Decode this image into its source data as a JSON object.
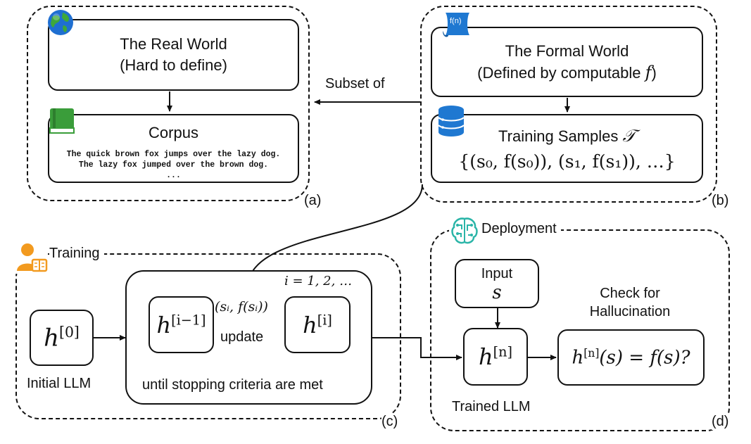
{
  "panel_a": {
    "real_world_title": "The Real World",
    "real_world_subtitle": "(Hard to define)",
    "corpus_title": "Corpus",
    "corpus_lines": [
      "The quick brown fox jumps over the lazy dog.",
      "The lazy fox jumped over the brown dog.",
      "..."
    ],
    "label": "(a)",
    "globe_icon": "globe-icon",
    "book_icon": "book-icon"
  },
  "subset_of": "Subset of",
  "panel_b": {
    "formal_world_title": "The Formal World",
    "formal_world_subtitle_prefix": "(Defined by computable ",
    "formal_world_subtitle_fn": "f",
    "formal_world_subtitle_suffix": ")",
    "scroll_icon_text": "f(n)",
    "training_samples_title": "Training Samples",
    "training_samples_symbol": "𝒯",
    "training_samples_set": "{(s₀, f(s₀)), (s₁, f(s₁)), …}",
    "label": "(b)",
    "database_icon": "database-icon"
  },
  "panel_c": {
    "title": "Training",
    "loop_index": "i = 1, 2, …",
    "initial_h": "h",
    "initial_sup": "[0]",
    "initial_caption": "Initial LLM",
    "prev_h": "h",
    "prev_sup": "[i−1]",
    "next_h": "h",
    "next_sup": "[i]",
    "pair": "(sᵢ, f(sᵢ))",
    "update": "update",
    "stop_caption": "until stopping criteria are met",
    "label": "(c)",
    "person_icon": "trainer-icon"
  },
  "panel_d": {
    "title": "Deployment",
    "input_label": "Input",
    "input_var": "s",
    "trained_h": "h",
    "trained_sup": "[n]",
    "trained_caption": "Trained LLM",
    "check_line1": "Check for",
    "check_line2": "Hallucination",
    "check_h": "h",
    "check_sup": "[n]",
    "check_expr": "(s) = f(s)?",
    "label": "(d)",
    "brain_icon": "brain-circuit-icon"
  }
}
